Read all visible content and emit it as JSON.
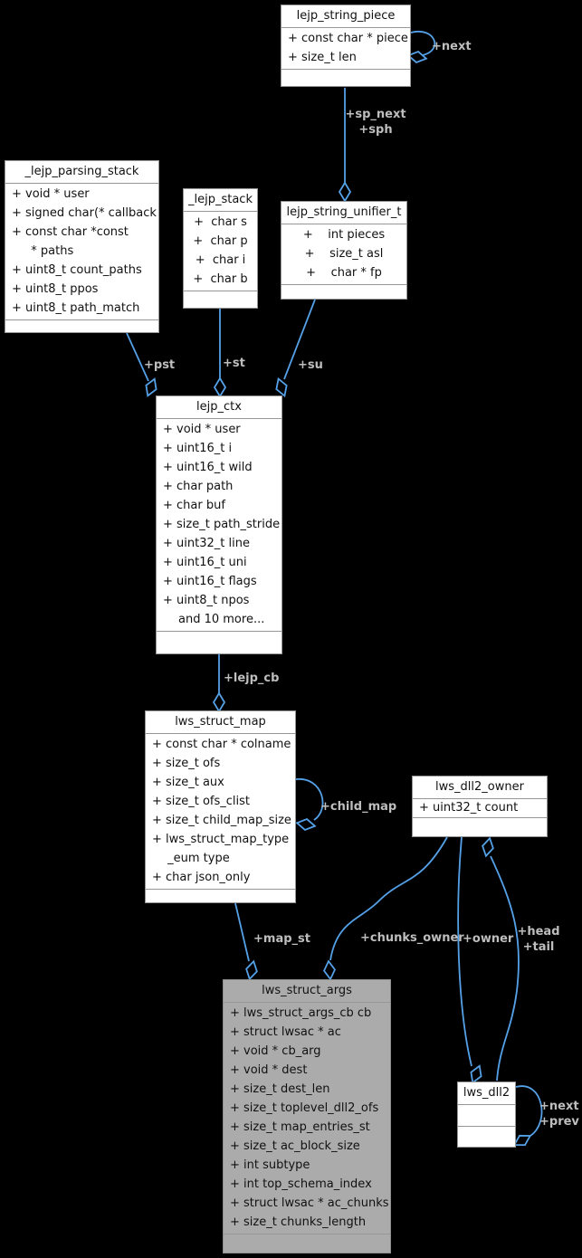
{
  "diagram": {
    "background_color": "#000000",
    "edge_color": "#55A1E8",
    "edge_label_color": "#BEBEBE",
    "box_fill": "#FFFFFF",
    "box_border": "#969696",
    "highlight_fill": "#ABABAB",
    "text_color": "#111111"
  },
  "classes": {
    "lejp_string_piece": {
      "title": "lejp_string_piece",
      "fields": [
        "+ const char * piece",
        "+ size_t len"
      ]
    },
    "lejp_parsing_stack": {
      "title": "_lejp_parsing_stack",
      "fields": [
        "+ void * user",
        "+ signed char(* callback",
        "+ const char *const\n  * paths",
        "+ uint8_t count_paths",
        "+ uint8_t ppos",
        "+ uint8_t path_match"
      ]
    },
    "lejp_stack": {
      "title": "_lejp_stack",
      "fields": [
        "+  char s",
        "+  char p",
        "+  char i",
        "+  char b"
      ]
    },
    "lejp_string_unifier_t": {
      "title": "lejp_string_unifier_t",
      "fields": [
        "+    int pieces",
        "+    size_t asl",
        "+    char * fp"
      ]
    },
    "lejp_ctx": {
      "title": "lejp_ctx",
      "fields": [
        "+ void * user",
        "+ uint16_t i",
        "+ uint16_t wild",
        "+ char path",
        "+ char buf",
        "+ size_t path_stride",
        "+ uint32_t line",
        "+ uint16_t uni",
        "+ uint16_t flags",
        "+ uint8_t npos",
        "and 10 more..."
      ]
    },
    "lws_struct_map": {
      "title": "lws_struct_map",
      "fields": [
        "+ const char * colname",
        "+ size_t ofs",
        "+ size_t aux",
        "+ size_t ofs_clist",
        "+ size_t child_map_size",
        "+ lws_struct_map_type\n _eum type",
        "+ char json_only"
      ]
    },
    "lws_dll2_owner": {
      "title": "lws_dll2_owner",
      "fields": [
        "+ uint32_t count"
      ]
    },
    "lws_struct_args": {
      "title": "lws_struct_args",
      "fields": [
        "+ lws_struct_args_cb cb",
        "+ struct lwsac * ac",
        "+ void * cb_arg",
        "+ void * dest",
        "+ size_t dest_len",
        "+ size_t toplevel_dll2_ofs",
        "+ size_t map_entries_st",
        "+ size_t ac_block_size",
        "+ int subtype",
        "+ int top_schema_index",
        "+ struct lwsac * ac_chunks",
        "+ size_t chunks_length"
      ]
    },
    "lws_dll2": {
      "title": "lws_dll2",
      "fields": []
    }
  },
  "edge_labels": {
    "piece_next": "+next",
    "sp_next": "+sp_next",
    "sph": "+sph",
    "pst": "+pst",
    "st": "+st",
    "su": "+su",
    "lejp_cb": "+lejp_cb",
    "child_map": "+child_map",
    "map_st": "+map_st",
    "chunks_owner": "+chunks_owner",
    "owner": "+owner",
    "head": "+head",
    "tail": "+tail",
    "dll2_next": "+next",
    "dll2_prev": "+prev"
  }
}
